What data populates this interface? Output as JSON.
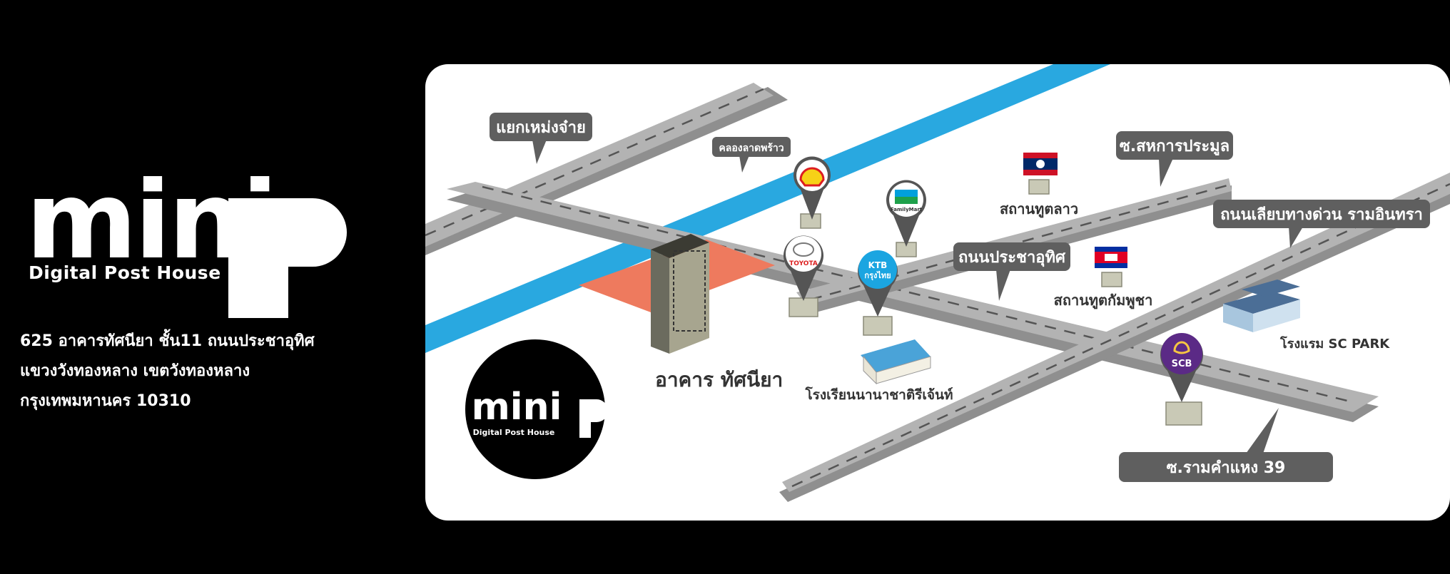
{
  "brand": {
    "name": "mini",
    "tagline": "Digital Post House"
  },
  "address": {
    "line1": "625 อาคารทัศนียา ชั้น11 ถนนประชาอุทิศ",
    "line2": "แขวงวังทองหลาง เขตวังทองหลาง",
    "line3": "กรุงเทพมหานคร 10310"
  },
  "map": {
    "callouts": {
      "intersection": "แยกเหม่งจ๋าย",
      "canal": "คลองลาดพร้าว",
      "soi_sahakarn": "ซ.สหการประมูล",
      "expressway": "ถนนเลียบทางด่วน รามอินทรา",
      "pracha_uthit": "ถนนประชาอุทิศ",
      "ramkhamhaeng": "ซ.รามคำแหง 39"
    },
    "places": {
      "building": "อาคาร ทัศนียา",
      "lao_embassy": "สถานทูตลาว",
      "cambodia_embassy": "สถานทูตกัมพูชา",
      "school": "โรงเรียนนานาชาติรีเจ้นท์",
      "hotel": "โรงแรม SC PARK"
    },
    "pins": {
      "toyota": "TOYOTA",
      "ktb_en": "KTB",
      "ktb_th": "กรุงไทย",
      "family_mart": "FamilyMart",
      "scb": "SCB"
    },
    "badge": {
      "name": "mini",
      "tagline": "Digital Post House"
    },
    "colors": {
      "canal": "#29A8E0",
      "road": "#B3B3B3",
      "site": "#EE7A5E",
      "callout": "#5F5F5F",
      "scb": "#5B2A86",
      "ktb": "#1BA5E1"
    }
  }
}
